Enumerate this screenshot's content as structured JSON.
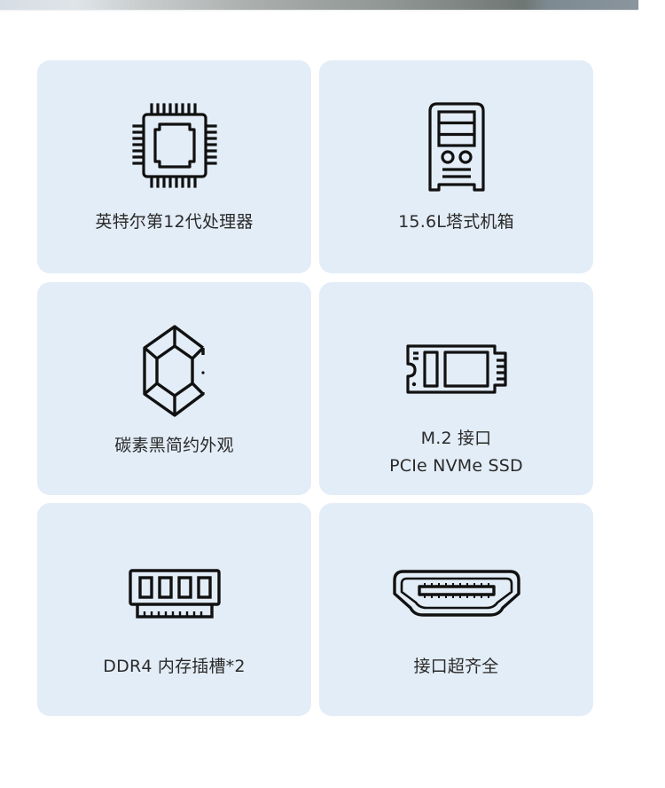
{
  "colors": {
    "card_bg": "#e3edf7",
    "icon_stroke": "#111111",
    "label_text": "#2a2a2a",
    "page_bg": "#ffffff"
  },
  "features": [
    {
      "icon": "cpu-chip-icon",
      "label": "英特尔第12代处理器"
    },
    {
      "icon": "tower-case-icon",
      "label": "15.6L塔式机箱"
    },
    {
      "icon": "gem-icon",
      "label": "碳素黑简约外观"
    },
    {
      "icon": "m2-ssd-icon",
      "label_line1": "M.2 接口",
      "label_line2": "PCIe NVMe SSD"
    },
    {
      "icon": "ram-module-icon",
      "label": "DDR4 内存插槽*2"
    },
    {
      "icon": "hdmi-port-icon",
      "label": "接口超齐全"
    }
  ]
}
